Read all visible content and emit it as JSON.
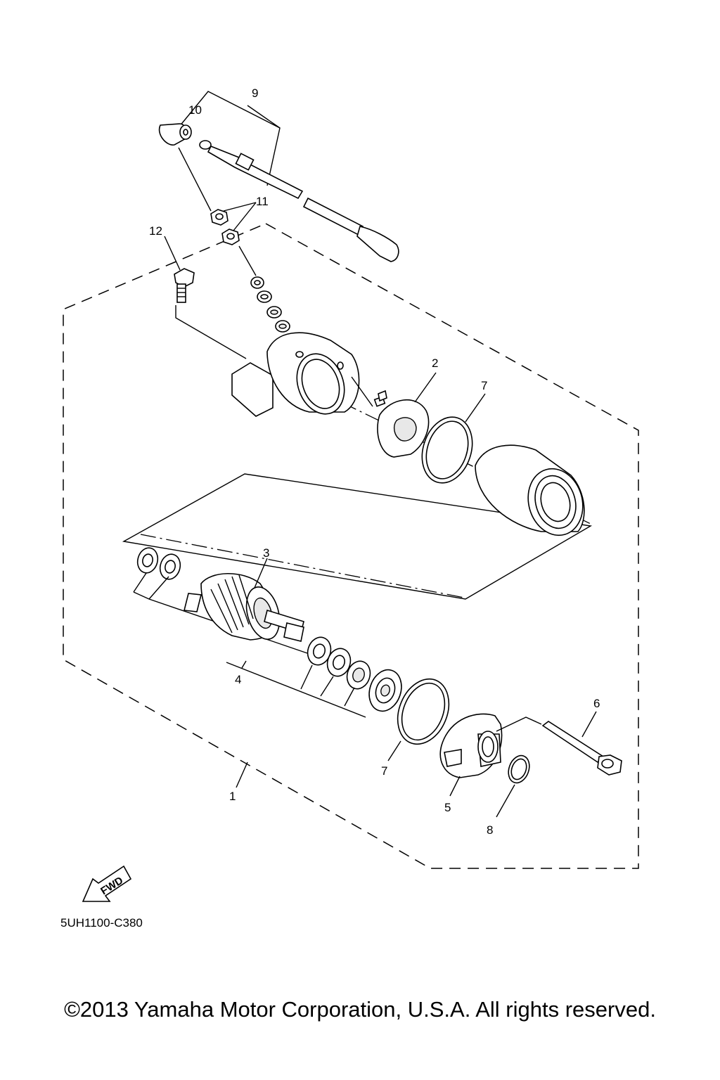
{
  "diagram": {
    "callouts": [
      {
        "id": "1",
        "label": "1"
      },
      {
        "id": "2",
        "label": "2"
      },
      {
        "id": "3",
        "label": "3"
      },
      {
        "id": "4",
        "label": "4"
      },
      {
        "id": "5",
        "label": "5"
      },
      {
        "id": "6",
        "label": "6"
      },
      {
        "id": "7a",
        "label": "7"
      },
      {
        "id": "7b",
        "label": "7"
      },
      {
        "id": "8",
        "label": "8"
      },
      {
        "id": "9",
        "label": "9"
      },
      {
        "id": "10",
        "label": "10"
      },
      {
        "id": "11",
        "label": "11"
      },
      {
        "id": "12",
        "label": "12"
      }
    ],
    "fwd_label": "FWD",
    "diagram_code": "5UH1100-C380"
  },
  "footer": {
    "copyright": "©2013 Yamaha Motor Corporation, U.S.A. All rights reserved."
  }
}
